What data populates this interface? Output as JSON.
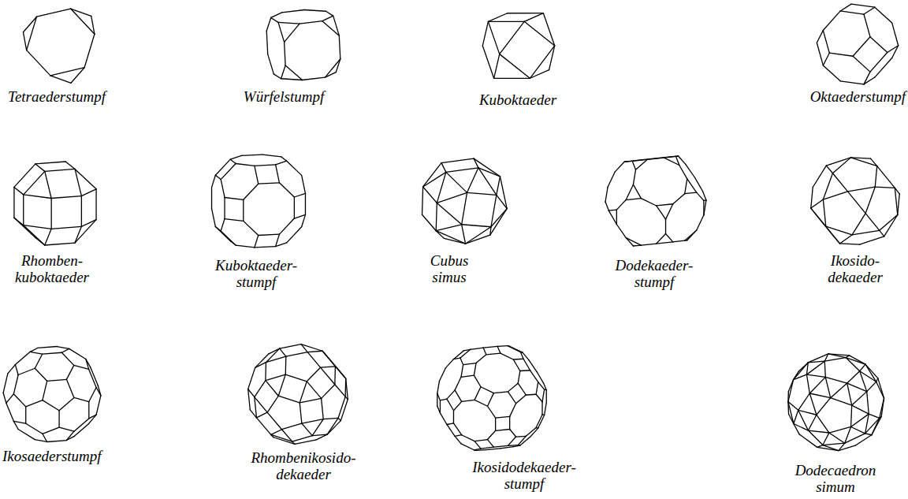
{
  "diagram": {
    "labels": [
      "Tetraederstumpf",
      "Würfelstumpf",
      "Kuboktaeder",
      "Oktaederstumpf",
      "Rhomben- kuboktaeder",
      "Kuboktaeder- stumpf",
      "Cubus simus",
      "Dodekaeder- stumpf",
      "Ikosido- dekaeder",
      "Ikosaederstumpf",
      "Rhombenikosido- dekaeder",
      "Ikosidodekaeder- stumpf",
      "Dodecaedron simum"
    ]
  }
}
